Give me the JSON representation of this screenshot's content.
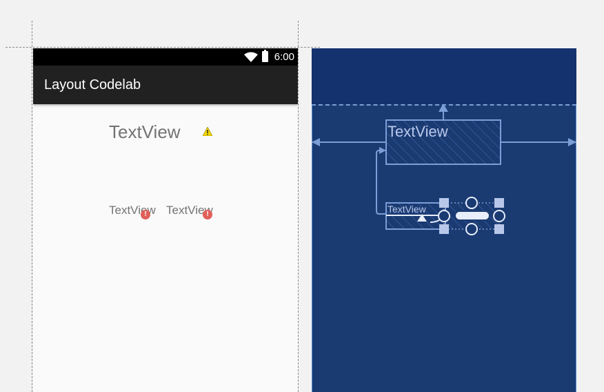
{
  "status_bar": {
    "time": "6:00",
    "wifi_icon": "wifi-icon",
    "battery_icon": "battery-icon"
  },
  "app_bar": {
    "title": "Layout Codelab"
  },
  "design": {
    "textview_large": "TextView",
    "textview_small_1": "TextView",
    "textview_small_2": "TextView",
    "warning_icon": "warning-icon",
    "error_icon": "error-icon",
    "error_glyph": "!"
  },
  "blueprint": {
    "textview_large": "TextView",
    "textview_small": "TextView"
  },
  "colors": {
    "status_bar": "#000000",
    "app_bar": "#212121",
    "phone_bg": "#fafafa",
    "blueprint_bg": "#1a3a72",
    "blueprint_line": "#7c9ed8",
    "warning": "#f2d600",
    "error": "#e0605a"
  }
}
